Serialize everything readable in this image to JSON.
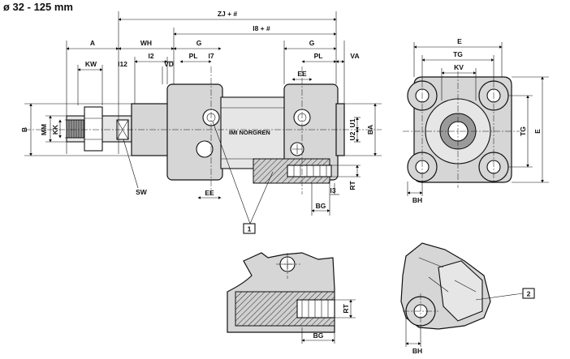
{
  "title": "ø 32 - 125 mm",
  "brand": "IMI NORGREN",
  "callouts": [
    "1",
    "2"
  ],
  "dimensions": {
    "zj": "ZJ + #",
    "l8": "l8 + #",
    "a": "A",
    "wh": "WH",
    "g": "G",
    "kw": "KW",
    "l12": "l12",
    "l2": "l2",
    "vd": "VD",
    "pl": "PL",
    "l7": "l7",
    "va": "VA",
    "ee": "EE",
    "b": "B",
    "mm": "MM",
    "kk": "KK",
    "u1": "U1",
    "u2": "U2",
    "ba": "BA",
    "rt": "RT",
    "l3": "l3",
    "bg": "BG",
    "sw": "SW",
    "e": "E",
    "tg": "TG",
    "kv": "KV",
    "bh": "BH"
  }
}
